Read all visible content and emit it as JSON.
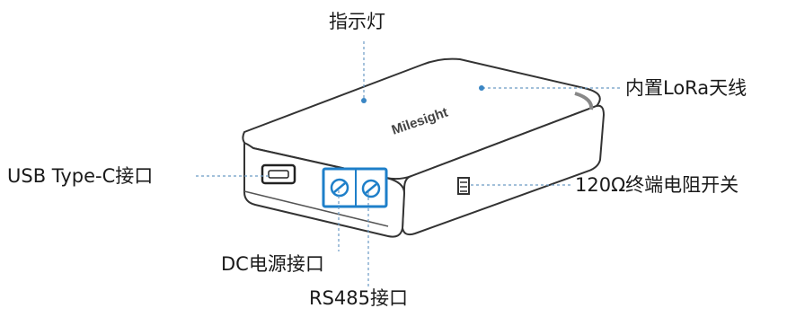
{
  "device": {
    "brand_logo_text": "Milesight"
  },
  "callouts": {
    "indicator": "指示灯",
    "antenna": "内置LoRa天线",
    "usb": "USB Type-C接口",
    "terminator": "120Ω终端电阻开关",
    "dc": "DC电源接口",
    "rs485": "RS485接口"
  },
  "colors": {
    "leader_line": "#6a9ac4",
    "leader_dot": "#3a86c4",
    "body_edge": "#333333",
    "terminal_block": "#1e7fc9"
  }
}
